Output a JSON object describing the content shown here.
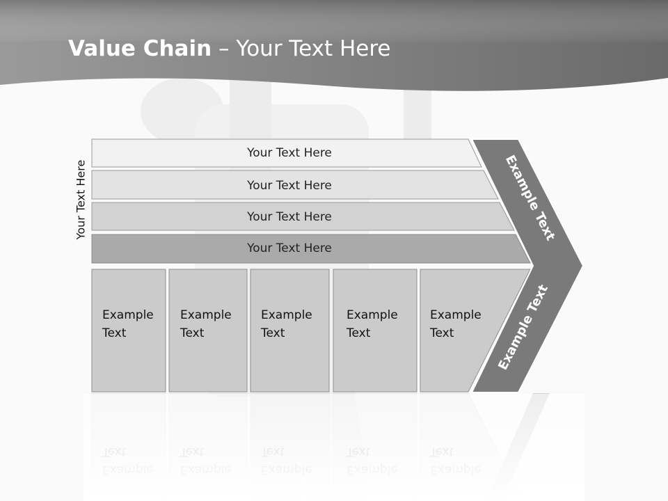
{
  "title": {
    "bold": "Value Chain",
    "rest": " – Your Text Here"
  },
  "side_label": "Your Text Here",
  "support_rows": [
    {
      "label": "Your Text Here"
    },
    {
      "label": "Your Text Here"
    },
    {
      "label": "Your Text Here"
    },
    {
      "label": "Your Text Here"
    }
  ],
  "primary_columns": [
    {
      "line1": "Example",
      "line2": "Text"
    },
    {
      "line1": "Example",
      "line2": "Text"
    },
    {
      "line1": "Example",
      "line2": "Text"
    },
    {
      "line1": "Example",
      "line2": "Text"
    },
    {
      "line1": "Example",
      "line2": "Text"
    }
  ],
  "margin_arrow": {
    "top_label": "Example Text",
    "bottom_label": "Example Text"
  },
  "colors": {
    "header": "#6e6e6e",
    "arrow": "#7a7a7a",
    "row_fills": [
      "#f2f2f2",
      "#e3e3e3",
      "#d2d2d2",
      "#aaaaaa"
    ],
    "column_fill": "#cbcbcb"
  }
}
